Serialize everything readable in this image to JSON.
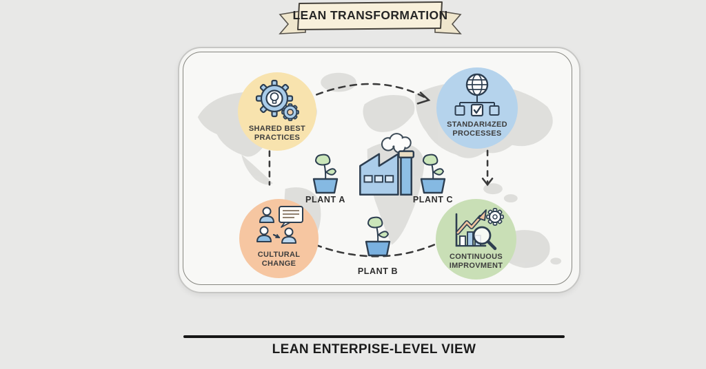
{
  "banner": {
    "title": "LEAN TRANSFORMATION"
  },
  "footer": {
    "title": "LEAN ENTERPISE-LEVEL VIEW"
  },
  "diagram": {
    "nodes": [
      {
        "id": "shared-best-practices",
        "line1": "SHARED BEST",
        "line2": "PRACTICES",
        "bg": "#f8e3ae",
        "icon": "gears-lightbulb-icon"
      },
      {
        "id": "standardized-processes",
        "line1": "STANDARI4ZED",
        "line2": "PROCESSES",
        "bg": "#b5d3ec",
        "icon": "globe-network-checklist-icon"
      },
      {
        "id": "cultural-change",
        "line1": "CULTURAL",
        "line2": "CHANGE",
        "bg": "#f6c6a1",
        "icon": "people-discussion-icon"
      },
      {
        "id": "continuous-improvement",
        "line1": "CONTINUOUS",
        "line2": "IMPROVMENT",
        "bg": "#c9dfb6",
        "icon": "growth-chart-magnifier-gear-icon"
      }
    ],
    "plants": [
      {
        "id": "plant-a",
        "label": "PLANT A"
      },
      {
        "id": "plant-b",
        "label": "PLANT B"
      },
      {
        "id": "plant-c",
        "label": "PLANT C"
      }
    ],
    "center": {
      "id": "factory",
      "icon": "factory-icon"
    },
    "flow": "clockwise-dashed-cycle"
  },
  "colors": {
    "background": "#e8e8e7",
    "panel_bg": "#f8f8f6",
    "map": "#dadad7",
    "banner_fill": "#f8f0db",
    "banner_tail_fill": "#efe6cd",
    "outline": "#2d3e50",
    "dash": "#3a3a3a",
    "divider": "#161616"
  }
}
